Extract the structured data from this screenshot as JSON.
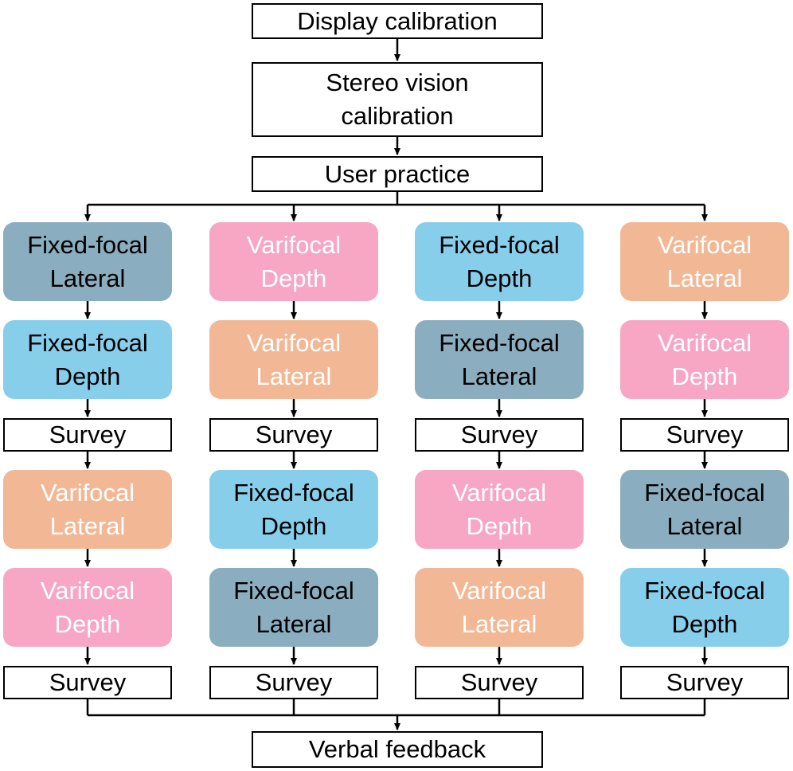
{
  "colors": {
    "fixed_lateral": "#8aaebf",
    "fixed_depth": "#87ceeb",
    "vari_lateral": "#f2b895",
    "vari_depth": "#f7a6c3",
    "outline": "#000000",
    "text_dark": "#000000",
    "text_light": "#ffffff"
  },
  "header": [
    {
      "id": "display",
      "lines": [
        "Display calibration"
      ]
    },
    {
      "id": "stereo",
      "lines": [
        "Stereo vision",
        "calibration"
      ]
    },
    {
      "id": "practice",
      "lines": [
        "User practice"
      ]
    }
  ],
  "columns": [
    {
      "steps": [
        {
          "lines": [
            "Fixed-focal",
            "Lateral"
          ],
          "kind": "fixed_lateral"
        },
        {
          "lines": [
            "Fixed-focal",
            "Depth"
          ],
          "kind": "fixed_depth"
        },
        {
          "lines": [
            "Survey"
          ],
          "kind": "survey"
        },
        {
          "lines": [
            "Varifocal",
            "Lateral"
          ],
          "kind": "vari_lateral"
        },
        {
          "lines": [
            "Varifocal",
            "Depth"
          ],
          "kind": "vari_depth"
        },
        {
          "lines": [
            "Survey"
          ],
          "kind": "survey"
        }
      ]
    },
    {
      "steps": [
        {
          "lines": [
            "Varifocal",
            "Depth"
          ],
          "kind": "vari_depth"
        },
        {
          "lines": [
            "Varifocal",
            "Lateral"
          ],
          "kind": "vari_lateral"
        },
        {
          "lines": [
            "Survey"
          ],
          "kind": "survey"
        },
        {
          "lines": [
            "Fixed-focal",
            "Depth"
          ],
          "kind": "fixed_depth"
        },
        {
          "lines": [
            "Fixed-focal",
            "Lateral"
          ],
          "kind": "fixed_lateral"
        },
        {
          "lines": [
            "Survey"
          ],
          "kind": "survey"
        }
      ]
    },
    {
      "steps": [
        {
          "lines": [
            "Fixed-focal",
            "Depth"
          ],
          "kind": "fixed_depth"
        },
        {
          "lines": [
            "Fixed-focal",
            "Lateral"
          ],
          "kind": "fixed_lateral"
        },
        {
          "lines": [
            "Survey"
          ],
          "kind": "survey"
        },
        {
          "lines": [
            "Varifocal",
            "Depth"
          ],
          "kind": "vari_depth"
        },
        {
          "lines": [
            "Varifocal",
            "Lateral"
          ],
          "kind": "vari_lateral"
        },
        {
          "lines": [
            "Survey"
          ],
          "kind": "survey"
        }
      ]
    },
    {
      "steps": [
        {
          "lines": [
            "Varifocal",
            "Lateral"
          ],
          "kind": "vari_lateral"
        },
        {
          "lines": [
            "Varifocal",
            "Depth"
          ],
          "kind": "vari_depth"
        },
        {
          "lines": [
            "Survey"
          ],
          "kind": "survey"
        },
        {
          "lines": [
            "Fixed-focal",
            "Lateral"
          ],
          "kind": "fixed_lateral"
        },
        {
          "lines": [
            "Fixed-focal",
            "Depth"
          ],
          "kind": "fixed_depth"
        },
        {
          "lines": [
            "Survey"
          ],
          "kind": "survey"
        }
      ]
    }
  ],
  "footer": {
    "id": "feedback",
    "lines": [
      "Verbal feedback"
    ]
  }
}
